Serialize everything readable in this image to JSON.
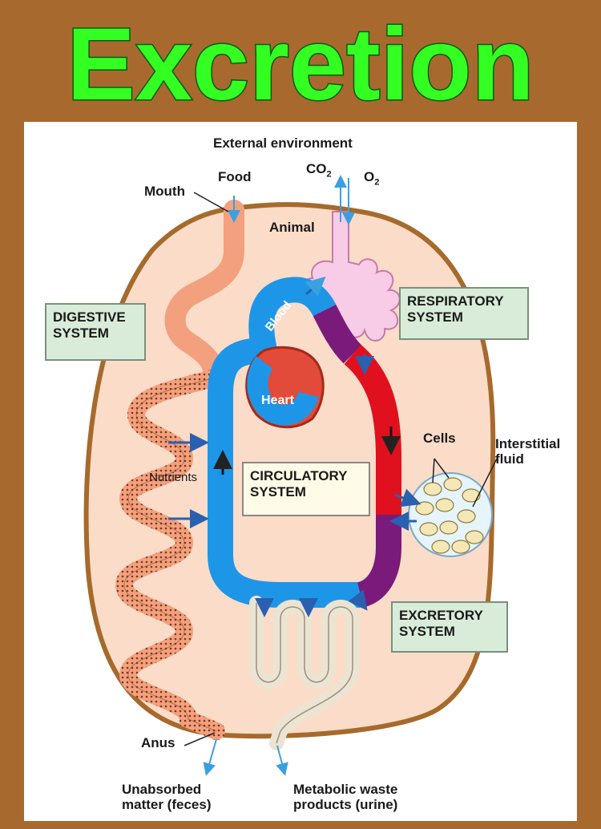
{
  "title": "Excretion",
  "labels": {
    "external_environment": "External environment",
    "food": "Food",
    "mouth": "Mouth",
    "co2": "CO",
    "co2_sub": "2",
    "o2": "O",
    "o2_sub": "2",
    "animal": "Animal",
    "blood": "Blood",
    "heart": "Heart",
    "nutrients": "Nutrients",
    "cells": "Cells",
    "interstitial_fluid_1": "Interstitial",
    "interstitial_fluid_2": "fluid",
    "anus": "Anus",
    "feces_1": "Unabsorbed",
    "feces_2": "matter (feces)",
    "urine_1": "Metabolic waste",
    "urine_2": "products (urine)"
  },
  "systems": {
    "digestive_1": "DIGESTIVE",
    "digestive_2": "SYSTEM",
    "respiratory_1": "RESPIRATORY",
    "respiratory_2": "SYSTEM",
    "circulatory_1": "CIRCULATORY",
    "circulatory_2": "SYSTEM",
    "excretory_1": "EXCRETORY",
    "excretory_2": "SYSTEM"
  },
  "colors": {
    "frame": "#a8692f",
    "title_fill": "#33ff22",
    "body_fill": "#fbdcc8",
    "body_outline": "#a66a2c",
    "artery": "#e0101e",
    "vein": "#1e96e8",
    "mixed": "#7a1a7a",
    "gut": "#f3a07e",
    "kidney": "#ece4d2",
    "lung": "#f8cce6",
    "arrow": "#2a60b0"
  }
}
